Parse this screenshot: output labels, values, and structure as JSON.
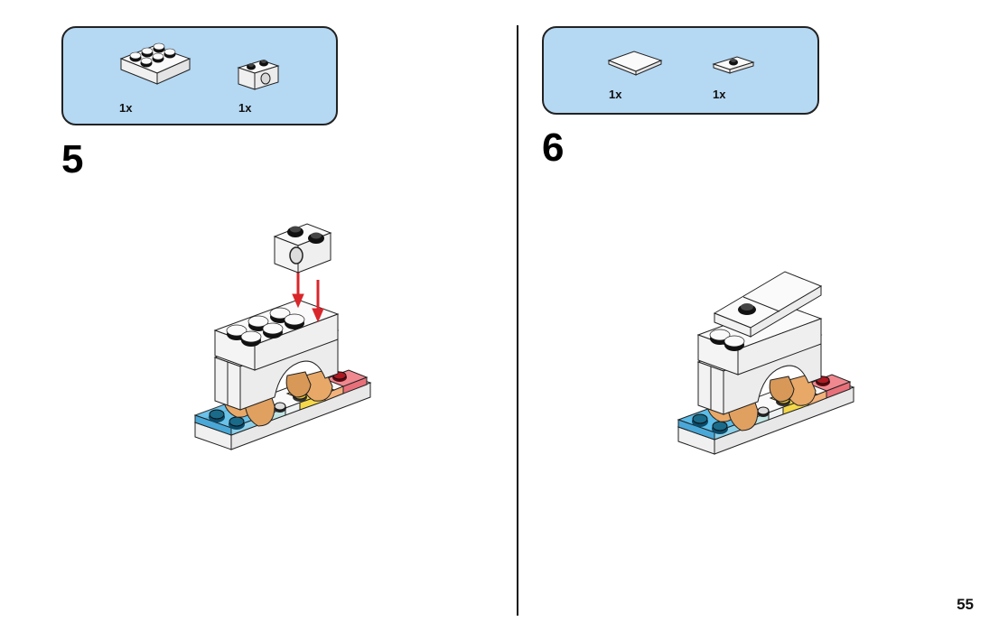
{
  "page": {
    "number": "55"
  },
  "steps": [
    {
      "number": "5",
      "parts": [
        {
          "name": "brick-2x3-white",
          "quantity": "1x",
          "color": "#ffffff"
        },
        {
          "name": "technic-brick-1x2-with-hole-white",
          "quantity": "1x",
          "color": "#ffffff"
        }
      ],
      "has_insert_arrows": true,
      "arrow_color": "#d9262b"
    },
    {
      "number": "6",
      "parts": [
        {
          "name": "tile-2x2-white",
          "quantity": "1x",
          "color": "#ffffff"
        },
        {
          "name": "jumper-plate-1x2-white",
          "quantity": "1x",
          "color": "#ffffff"
        }
      ],
      "has_insert_arrows": false
    }
  ],
  "colors": {
    "parts_box_bg": "#b5d8f3",
    "trans_blue": "#5bbce8",
    "trans_light_blue": "#a8dcdc",
    "trans_clear": "#e8eef0",
    "trans_yellow": "#f4d84a",
    "trans_orange": "#f2b27a",
    "trans_red": "#e8505a",
    "tan_legs": "#e8a868"
  }
}
